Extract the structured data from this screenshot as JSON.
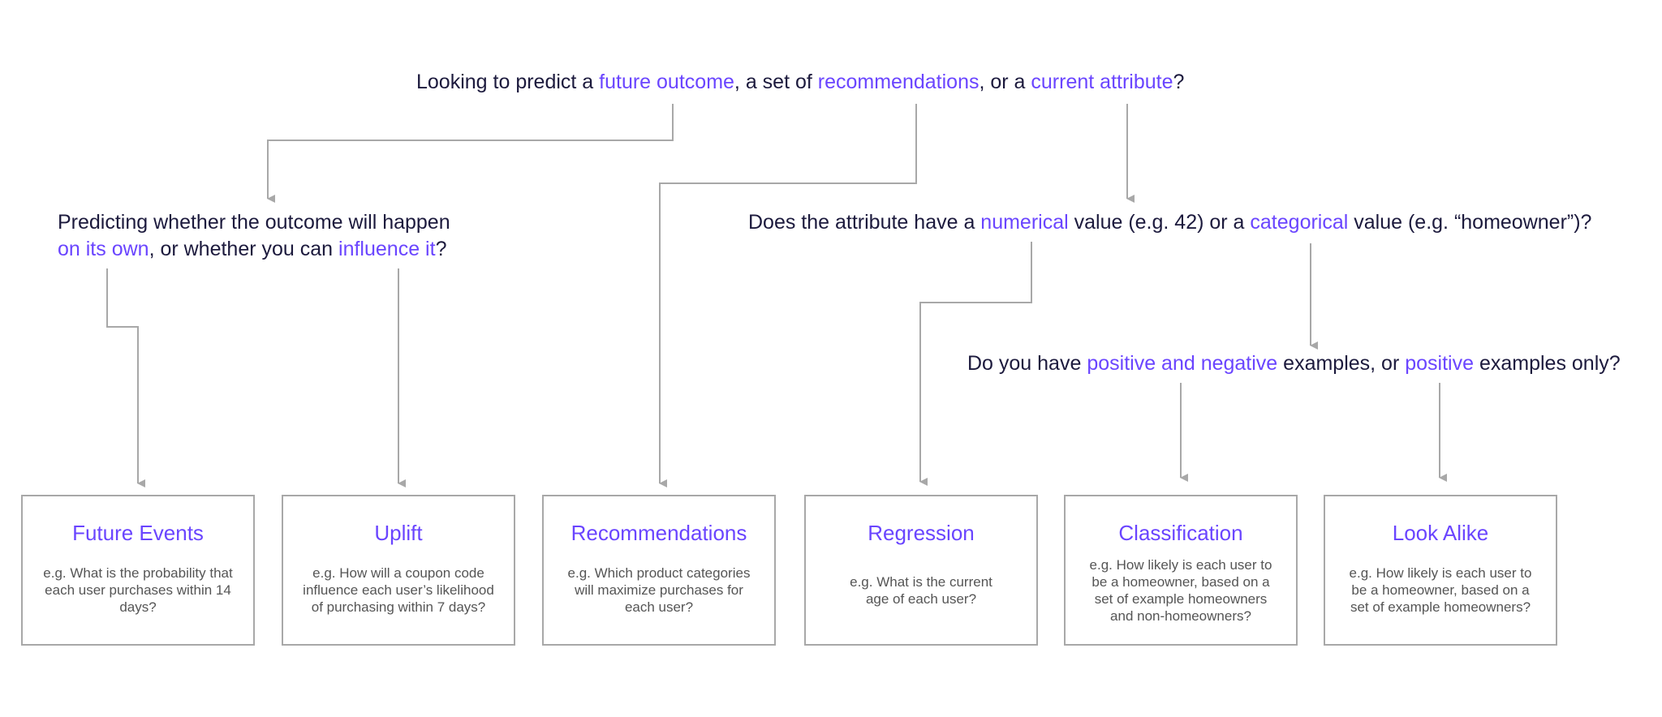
{
  "questions": {
    "top": {
      "part1": "Looking to predict a ",
      "hl1": "future outcome",
      "part2": ", a set of ",
      "hl2": "recommendations",
      "part3": ", or a ",
      "hl3": "current attribute",
      "part4": "?"
    },
    "outcome": {
      "line1": "Predicting whether the outcome will happen",
      "hl1": "on its own",
      "part2": ", or whether you can ",
      "hl2": "influence it",
      "part3": "?"
    },
    "attribute": {
      "part1": "Does the attribute have a ",
      "hl1": "numerical",
      "part2": " value (e.g. 42) or a ",
      "hl2": "categorical",
      "part3": " value (e.g. “homeowner”)?"
    },
    "examples": {
      "part1": "Do you have ",
      "hl1": "positive and negative",
      "part2": " examples, or ",
      "hl2": "positive",
      "part3": " examples only?"
    }
  },
  "boxes": [
    {
      "title": "Future Events",
      "desc": "e.g. What is the probability that each user purchases within 14 days?"
    },
    {
      "title": "Uplift",
      "desc": "e.g. How will a coupon code influence each user’s likelihood of purchasing within 7 days?"
    },
    {
      "title": "Recommendations",
      "desc": "e.g. Which product categories will maximize purchases for each user?"
    },
    {
      "title": "Regression",
      "desc": "e.g. What is the current age of each user?"
    },
    {
      "title": "Classification",
      "desc": "e.g. How likely is each user to be a homeowner, based on a set of example homeowners and non-homeowners?"
    },
    {
      "title": "Look Alike",
      "desc": "e.g. How likely is each user to be a homeowner, based on a set of example homeowners?"
    }
  ],
  "colors": {
    "accent": "#6a45ff",
    "text": "#1c1a3d",
    "line": "#a8a8a8",
    "desc": "#555555"
  }
}
